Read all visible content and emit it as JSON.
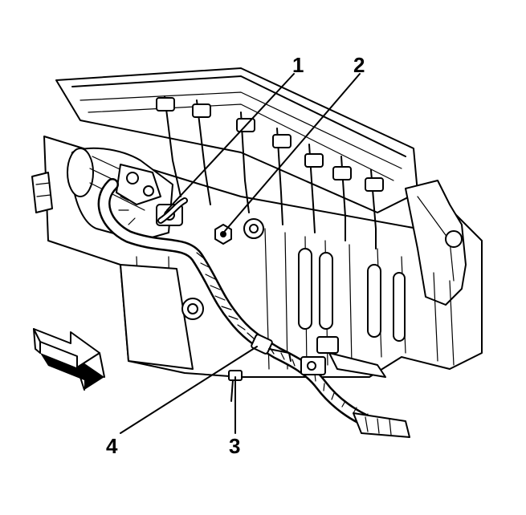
{
  "callouts": [
    {
      "id": "1",
      "label": "1"
    },
    {
      "id": "2",
      "label": "2"
    },
    {
      "id": "3",
      "label": "3"
    },
    {
      "id": "4",
      "label": "4"
    }
  ],
  "icons": {
    "direction_arrow": "front-direction-arrow-icon"
  },
  "colors": {
    "ink": "#000000",
    "paper": "#ffffff"
  }
}
